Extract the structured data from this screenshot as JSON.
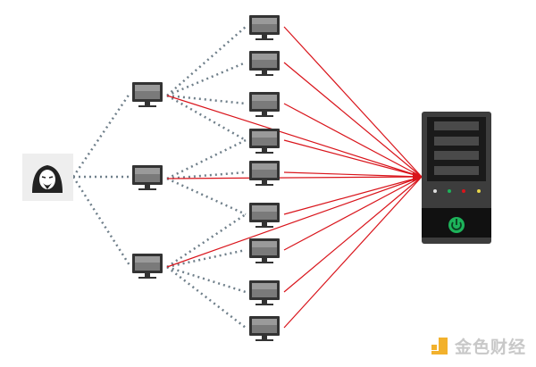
{
  "diagram": {
    "title": "",
    "nodes": {
      "attacker": "hacker",
      "controllers": 3,
      "zombies": 9,
      "target": "server"
    },
    "colors": {
      "attack_line": "#d9141b",
      "control_line": "#6f7f8a",
      "server_body": "#3d3d3d",
      "power_button": "#1db35a",
      "watermark_logo": "#f2b12c"
    }
  },
  "watermark": {
    "text": "金色财经"
  }
}
